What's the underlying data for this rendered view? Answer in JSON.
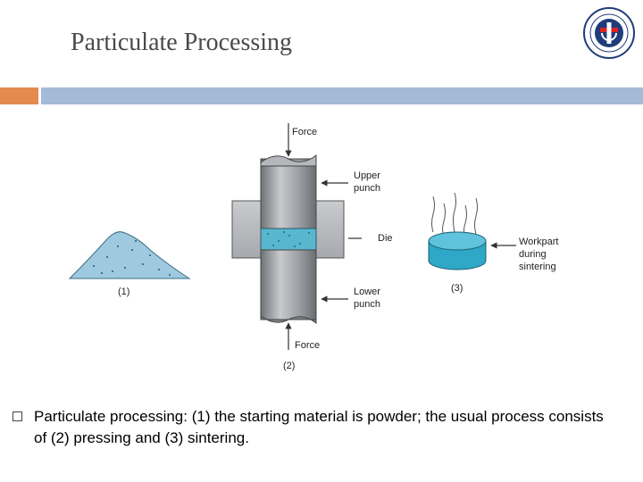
{
  "slide": {
    "title": "Particulate Processing",
    "bullet_text": "Particulate processing: (1) the starting material is powder; the usual process consists of (2) pressing and (3) sintering."
  },
  "figure": {
    "labels": {
      "force_top": "Force",
      "upper_punch_1": "Upper",
      "upper_punch_2": "punch",
      "die": "Die",
      "lower_punch_1": "Lower",
      "lower_punch_2": "punch",
      "force_bottom": "Force",
      "step1": "(1)",
      "step2": "(2)",
      "step3": "(3)",
      "workpart_1": "Workpart",
      "workpart_2": "during",
      "workpart_3": "sintering"
    }
  },
  "colors": {
    "accent_orange": "#e58a4e",
    "accent_blue": "#a5bad6",
    "powder": "#9fc9de",
    "workpart": "#2fa7c6",
    "punch": "#8c8f94"
  },
  "logo": {
    "icon": "university-seal-icon"
  }
}
